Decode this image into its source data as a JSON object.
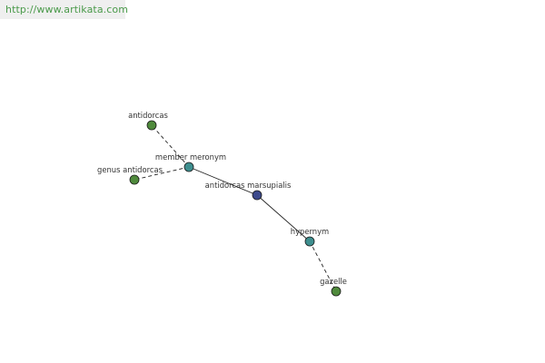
{
  "site": {
    "url_text": "http://www.artikata.com"
  },
  "graph": {
    "nodes": [
      {
        "id": "antidorcas_marsupialis",
        "label": "antidorcas marsupialis",
        "role": "center",
        "color": "#3d4a8c"
      },
      {
        "id": "member_meronym",
        "label": "member meronym",
        "role": "relation",
        "color": "#3e8f8f"
      },
      {
        "id": "hypernym",
        "label": "hypernym",
        "role": "relation",
        "color": "#3e8f8f"
      },
      {
        "id": "antidorcas",
        "label": "antidorcas",
        "role": "term",
        "color": "#4f8a3c"
      },
      {
        "id": "genus_antidorcas",
        "label": "genus antidorcas",
        "role": "term",
        "color": "#4f8a3c"
      },
      {
        "id": "gazelle",
        "label": "gazelle",
        "role": "term",
        "color": "#4f8a3c"
      }
    ],
    "edges": [
      {
        "from": "antidorcas_marsupialis",
        "to": "member_meronym",
        "style": "solid"
      },
      {
        "from": "antidorcas_marsupialis",
        "to": "hypernym",
        "style": "solid"
      },
      {
        "from": "member_meronym",
        "to": "antidorcas",
        "style": "dashed"
      },
      {
        "from": "member_meronym",
        "to": "genus_antidorcas",
        "style": "dashed"
      },
      {
        "from": "hypernym",
        "to": "gazelle",
        "style": "dashed"
      }
    ]
  }
}
